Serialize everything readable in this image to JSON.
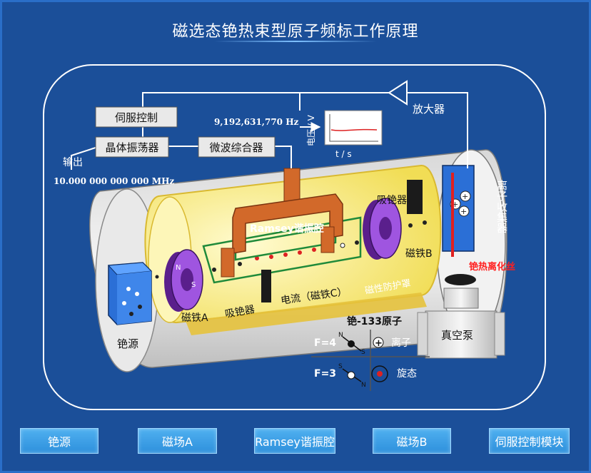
{
  "title": "磁选态铯热束型原子频标工作原理",
  "labels": {
    "servo_control": "伺服控制",
    "crystal_oscillator": "晶体振荡器",
    "microwave_synth": "微波综合器",
    "output": "输出",
    "output_freq": "10.000 000 000 000 MHz",
    "microwave_freq": "9,192,631,770  Hz",
    "voltage_axis": "电压 / V",
    "time_axis": "t / s",
    "amplifier": "放大器",
    "ion_collector": "离子收集器",
    "hot_wire_ionizer": "铯热离化丝",
    "absorber_right": "吸铯器",
    "magnet_b": "磁铁B",
    "ramsey_cavity": "Ramsey谐振腔",
    "magnetic_shield": "磁性防护罩",
    "current_magnet_c": "电流（磁铁C）",
    "absorber_left": "吸铯器",
    "magnet_a": "磁铁A",
    "cesium_source": "铯源",
    "vacuum_pump": "真空泵",
    "magnet_n": "N",
    "magnet_s": "S"
  },
  "legend": {
    "title": "铯-133原子",
    "state_f4": "F=4",
    "state_f3": "F=3",
    "ion": "离子",
    "spin_state": "旋态",
    "pole_n": "N",
    "pole_s": "S"
  },
  "buttons": [
    {
      "label": "铯源"
    },
    {
      "label": "磁场A"
    },
    {
      "label": "Ramsey谐振腔"
    },
    {
      "label": "磁场B"
    },
    {
      "label": "伺服控制模块"
    }
  ],
  "colors": {
    "background": "#1b4f99",
    "button": "#3aa0e8",
    "tube_inner": "#f7ec8a",
    "cavity": "#d2692a",
    "magnet": "#8a3fd0",
    "ionizer_label": "#ff2020"
  }
}
